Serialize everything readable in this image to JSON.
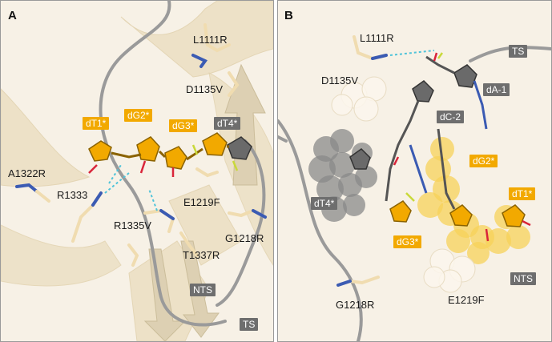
{
  "colors": {
    "orange_label_bg": "#f2a900",
    "gray_label_bg": "#6e6e6e",
    "protein_ribbon": "#efe3c8",
    "dna_strand": "#9a9a9a",
    "panel_border": "#9a9a9a",
    "hbond": "#4fc3d9"
  },
  "panel_a": {
    "letter": "A",
    "residue_labels": {
      "l1111r": "L1111R",
      "d1135v": "D1135V",
      "a1322r": "A1322R",
      "r1333": "R1333",
      "r1335v": "R1335V",
      "e1219f": "E1219F",
      "g1218r": "G1218R",
      "t1337r": "T1337R"
    },
    "nucleotide_tags": {
      "dt1": "dT1*",
      "dg2": "dG2*",
      "dg3": "dG3*",
      "dt4": "dT4*"
    },
    "strand_tags": {
      "nts": "NTS",
      "ts": "TS"
    }
  },
  "panel_b": {
    "letter": "B",
    "residue_labels": {
      "l1111r": "L1111R",
      "d1135v": "D1135V",
      "g1218r": "G1218R",
      "e1219f": "E1219F"
    },
    "nucleotide_tags": {
      "da1": "dA-1",
      "dc2": "dC-2",
      "dg2": "dG2*",
      "dt1": "dT1*",
      "dt4": "dT4*",
      "dg3": "dG3*"
    },
    "strand_tags": {
      "ts": "TS",
      "nts": "NTS"
    }
  }
}
